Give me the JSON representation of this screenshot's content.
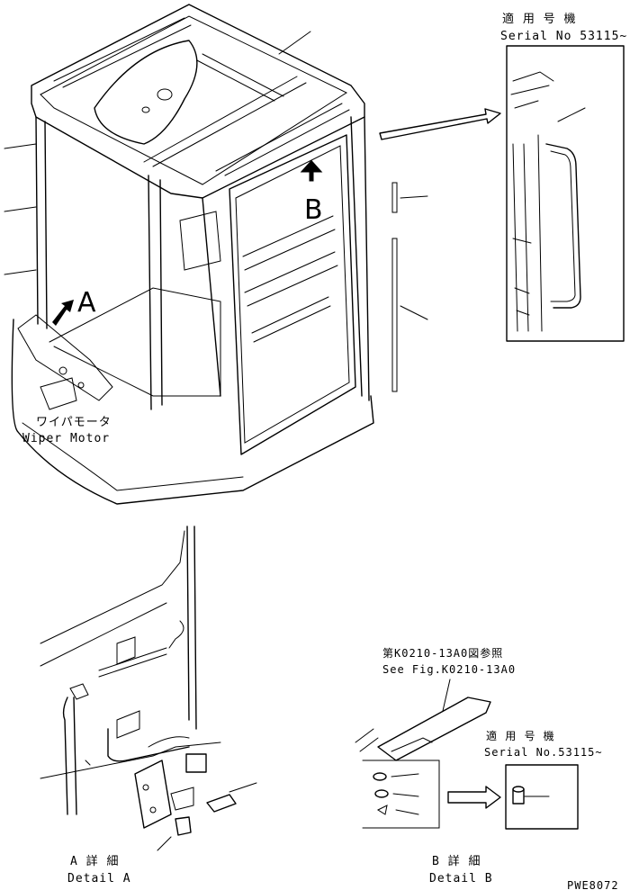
{
  "serial_top": {
    "jp": "適 用 号 機",
    "en": "Serial No 53115~"
  },
  "wiper_motor": {
    "jp": "ワイパモータ",
    "en": "Wiper Motor"
  },
  "view_marks": {
    "a": "A",
    "b": "B"
  },
  "reference": {
    "jp": "第K0210-13A0図参照",
    "en": "See Fig.K0210-13A0"
  },
  "serial_b": {
    "jp": "適 用 号 機",
    "en": "Serial No.53115~"
  },
  "detail_a": {
    "jp": "A 詳 細",
    "en": "Detail A"
  },
  "detail_b": {
    "jp": "B 詳 細",
    "en": "Detail B"
  },
  "drawing_code": "PWE8072"
}
